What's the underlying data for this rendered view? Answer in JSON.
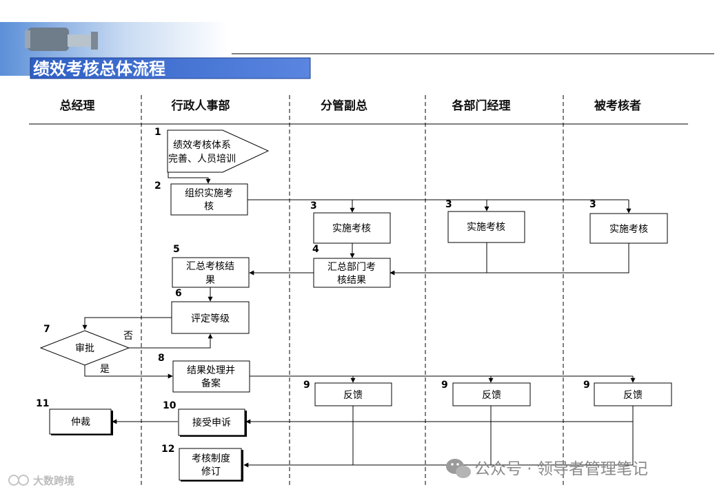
{
  "title": "绩效考核总体流程",
  "lanes": [
    "总经理",
    "行政人事部",
    "分管副总",
    "各部门经理",
    "被考核者"
  ],
  "steps": {
    "s1": {
      "num": "1",
      "lines": [
        "绩效考核体系",
        "完善、人员培训"
      ]
    },
    "s2": {
      "num": "2",
      "lines": [
        "组织实施考",
        "核"
      ]
    },
    "s3a": {
      "num": "3",
      "lines": [
        "实施考核"
      ]
    },
    "s3b": {
      "num": "3",
      "lines": [
        "实施考核"
      ]
    },
    "s3c": {
      "num": "3",
      "lines": [
        "实施考核"
      ]
    },
    "s4": {
      "num": "4",
      "lines": [
        "汇总部门考",
        "核结果"
      ]
    },
    "s5": {
      "num": "5",
      "lines": [
        "汇总考核结",
        "果"
      ]
    },
    "s6": {
      "num": "6",
      "lines": [
        "评定等级"
      ]
    },
    "s7": {
      "num": "7",
      "lines": [
        "审批"
      ]
    },
    "s8": {
      "num": "8",
      "lines": [
        "结果处理并",
        "备案"
      ]
    },
    "s9a": {
      "num": "9",
      "lines": [
        "反馈"
      ]
    },
    "s9b": {
      "num": "9",
      "lines": [
        "反馈"
      ]
    },
    "s9c": {
      "num": "9",
      "lines": [
        "反馈"
      ]
    },
    "s10": {
      "num": "10",
      "lines": [
        "接受申诉"
      ]
    },
    "s11": {
      "num": "11",
      "lines": [
        "仲裁"
      ]
    },
    "s12": {
      "num": "12",
      "lines": [
        "考核制度",
        "修订"
      ]
    }
  },
  "edge_labels": {
    "no": "否",
    "yes": "是"
  },
  "watermark": {
    "left": "大数跨境",
    "right": "公众号 · 领导者管理笔记"
  },
  "colors": {
    "title_bar": "#2f5fc4",
    "accent": "#000000"
  }
}
